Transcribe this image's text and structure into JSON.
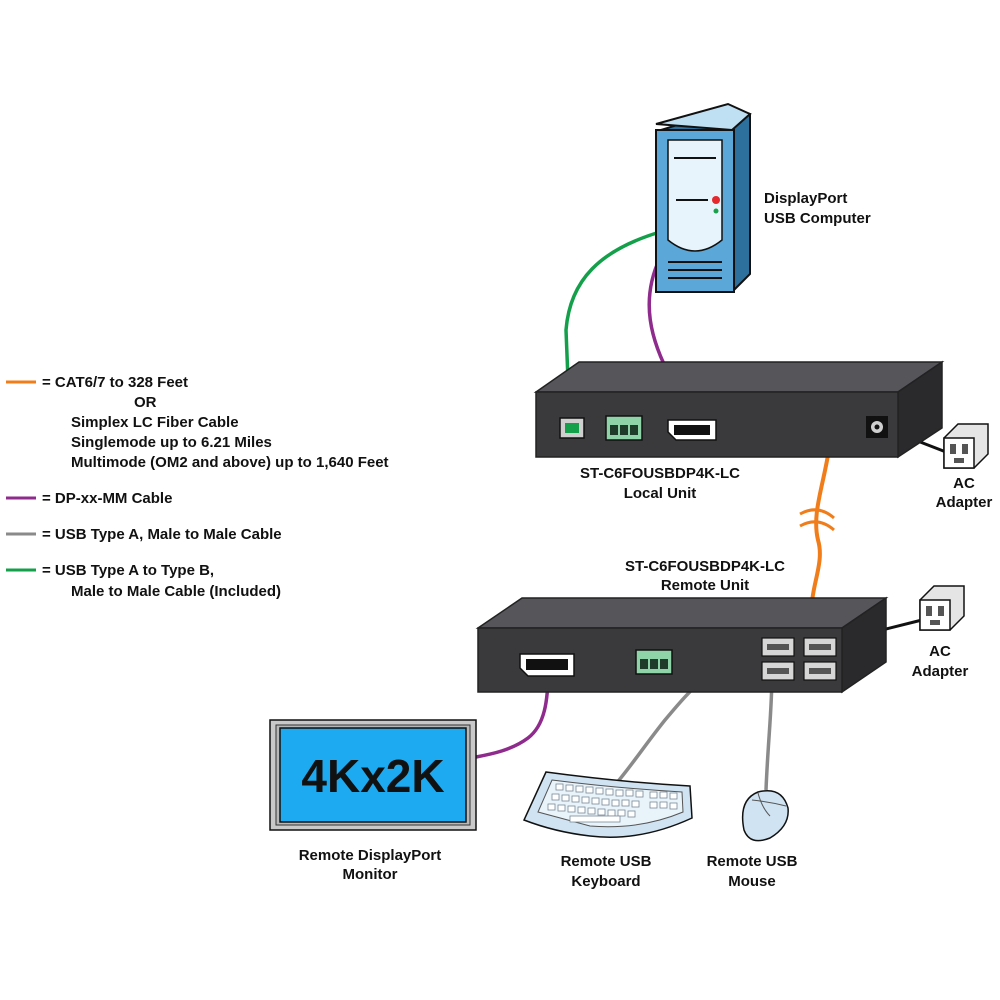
{
  "legend": [
    {
      "color": "#f07d1a",
      "lines": [
        "= CAT6/7 to 328 Feet",
        "OR",
        "Simplex LC Fiber Cable",
        "Singlemode up to 6.21 Miles",
        "Multimode (OM2 and above) up to 1,640 Feet"
      ]
    },
    {
      "color": "#8e2b8c",
      "lines": [
        "= DP-xx-MM Cable"
      ]
    },
    {
      "color": "#8a8a8a",
      "lines": [
        "= USB Type A, Male to Male Cable"
      ]
    },
    {
      "color": "#14a04a",
      "lines": [
        "= USB Type A to Type B,",
        "Male to Male Cable (Included)"
      ]
    }
  ],
  "computer": {
    "line1": "DisplayPort",
    "line2": "USB Computer"
  },
  "local_unit": {
    "model": "ST-C6FOUSBDP4K-LC",
    "name": "Local Unit"
  },
  "remote_unit": {
    "model": "ST-C6FOUSBDP4K-LC",
    "name": "Remote Unit"
  },
  "adapter_top": {
    "line1": "AC",
    "line2": "Adapter"
  },
  "adapter_bottom": {
    "line1": "AC",
    "line2": "Adapter"
  },
  "monitor": {
    "screen_text": "4Kx2K",
    "line1": "Remote DisplayPort",
    "line2": "Monitor"
  },
  "keyboard": {
    "line1": "Remote USB",
    "line2": "Keyboard"
  },
  "mouse": {
    "line1": "Remote USB",
    "line2": "Mouse"
  },
  "colors": {
    "cat_fiber": "#f07d1a",
    "displayport": "#8e2b8c",
    "usb_a": "#8a8a8a",
    "usb_ab": "#14a04a",
    "unit_body": "#3a3a3c",
    "screen": "#1eaaf0",
    "computer_body": "#5aa7d8"
  }
}
